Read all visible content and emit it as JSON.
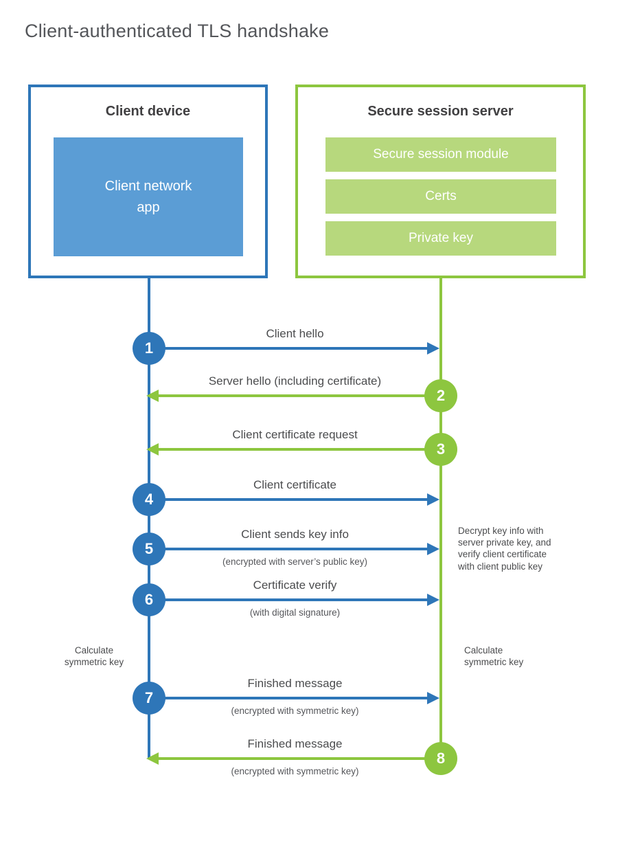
{
  "title": "Client-authenticated TLS handshake",
  "colors": {
    "client_accent": "#2e76b8",
    "client_fill": "#5b9dd5",
    "server_accent": "#8dc63f",
    "server_fill": "#b7d87d",
    "title_text": "#54565a",
    "heading_text": "#414042",
    "label_text": "#4b4c4e"
  },
  "client": {
    "title": "Client device",
    "app_label": "Client network\napp"
  },
  "server": {
    "title": "Secure session server",
    "modules": [
      "Secure session module",
      "Certs",
      "Private key"
    ]
  },
  "steps": [
    {
      "num": "1",
      "actor": "client",
      "direction": "right",
      "label": "Client hello",
      "sublabel": ""
    },
    {
      "num": "2",
      "actor": "server",
      "direction": "left",
      "label": "Server hello (including certificate)",
      "sublabel": ""
    },
    {
      "num": "3",
      "actor": "server",
      "direction": "left",
      "label": "Client certificate request",
      "sublabel": ""
    },
    {
      "num": "4",
      "actor": "client",
      "direction": "right",
      "label": "Client certificate",
      "sublabel": ""
    },
    {
      "num": "5",
      "actor": "client",
      "direction": "right",
      "label": "Client sends key info",
      "sublabel": "(encrypted with server’s public key)"
    },
    {
      "num": "6",
      "actor": "client",
      "direction": "right",
      "label": "Certificate verify",
      "sublabel": "(with digital signature)"
    },
    {
      "num": "7",
      "actor": "client",
      "direction": "right",
      "label": "Finished message",
      "sublabel": "(encrypted with symmetric key)"
    },
    {
      "num": "8",
      "actor": "server",
      "direction": "left",
      "label": "Finished message",
      "sublabel": "(encrypted with symmetric key)"
    }
  ],
  "notes": {
    "decrypt": "Decrypt key info with\nserver private key, and\nverify client certificate\nwith client public key",
    "calc_left": "Calculate\nsymmetric key",
    "calc_right": "Calculate\nsymmetric key"
  }
}
